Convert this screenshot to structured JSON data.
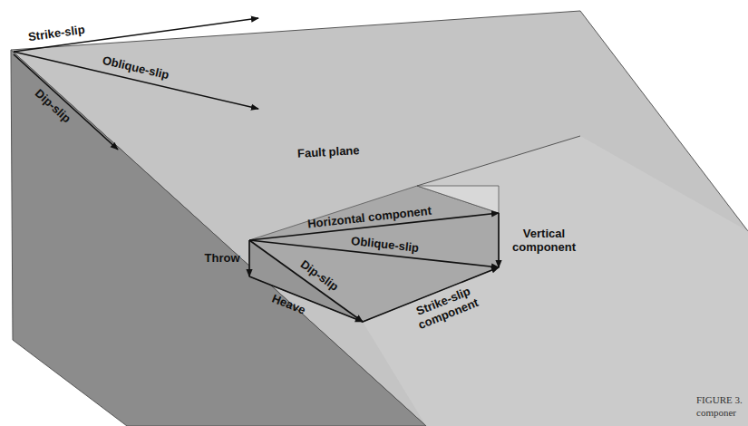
{
  "diagram": {
    "caption": "FIGURE 3. componer",
    "labels": [
      "Strike-slip",
      "Oblique-slip",
      "Dip-slip",
      "Fault plane",
      "Horizontal component",
      "Vertical component",
      "Throw",
      "Dip-slip",
      "Oblique-slip",
      "Heave",
      "Strike-slip component"
    ]
  }
}
